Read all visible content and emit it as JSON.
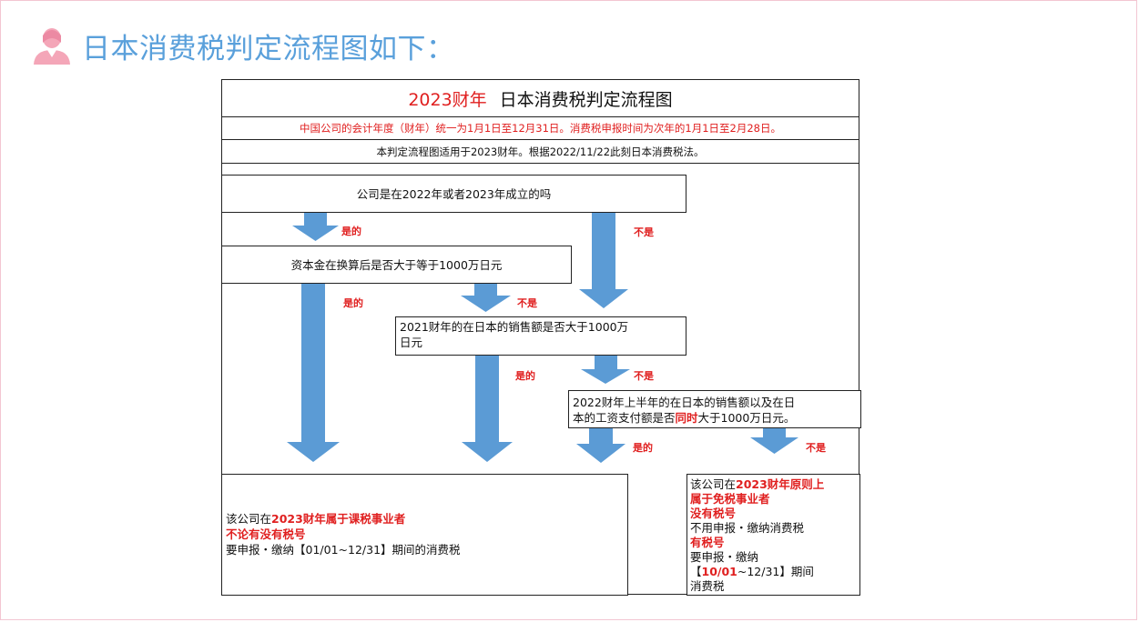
{
  "heading": {
    "title": "日本消费税判定流程图如下："
  },
  "chart": {
    "title_year": "2023财年",
    "title_text": "日本消费税判定流程图",
    "note_fiscal": "中国公司的会计年度（财年）统一为1月1日至12月31日。消费税申报时间为次年的1月1日至2月28日。",
    "note_scope": "本判定流程图适用于2023财年。根据2022/11/22此刻日本消费税法。",
    "q1": "公司是在2022年或者2023年成立的吗",
    "q2": "资本金在换算后是否大于等于1000万日元",
    "q3_line1": "2021财年的在日本的销售额是否大于1000万",
    "q3_line2": "日元",
    "q4_line1": "2022财年上半年的在日本的销售额以及在日",
    "q4_line2a": "本的工资支付额是否",
    "q4_line2b": "同时",
    "q4_line2c": "大于1000万日元。",
    "labels": {
      "yes": "是的",
      "no": "不是"
    },
    "result_taxable": {
      "line1a": "该公司在",
      "line1b": "2023财年属于课税事业者",
      "line2": "不论有没有税号",
      "line3": "要申报・缴纳【01/01~12/31】期间的消费税"
    },
    "result_exempt": {
      "line1a": "该公司在",
      "line1b": "2023财年原则上",
      "line2": "属于免税事业者",
      "line3": "没有税号",
      "line4": "不用申报・缴纳消费税",
      "line5": "有税号",
      "line6": "要申报・缴纳",
      "line7a": "【",
      "line7b": "10/01",
      "line7c": "~12/31】期间",
      "line8": "消费税"
    },
    "colors": {
      "arrow": "#5b9bd5",
      "red": "#e02020",
      "heading": "#5aa0db"
    }
  }
}
